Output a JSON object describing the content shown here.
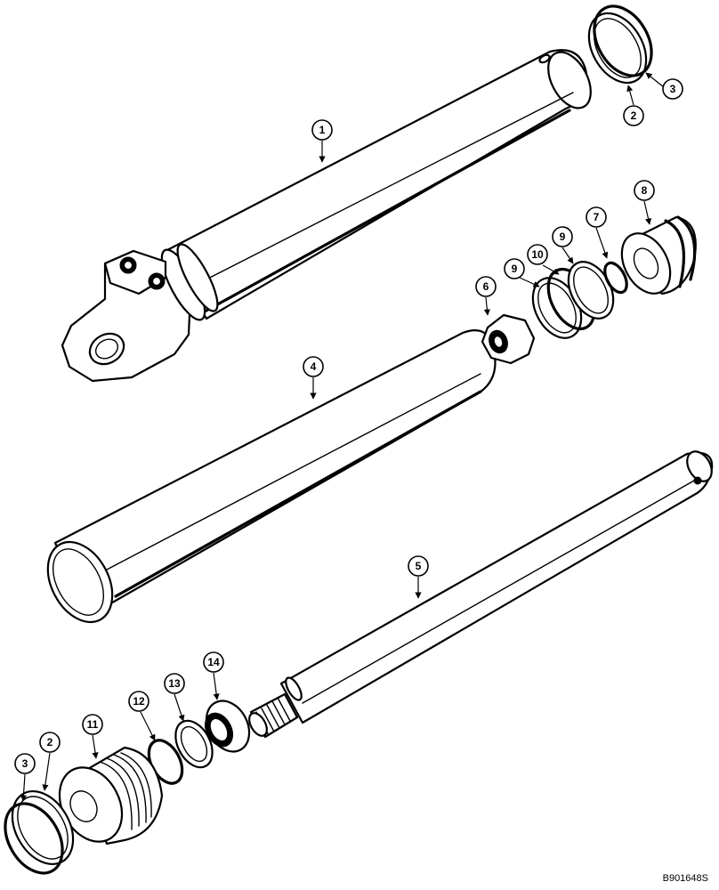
{
  "figure_code": "B901648S",
  "callouts": {
    "c1": "1",
    "c2_top": "2",
    "c3_top": "3",
    "c4": "4",
    "c5": "5",
    "c6": "6",
    "c7": "7",
    "c8": "8",
    "c9_outer": "9",
    "c9_inner": "9",
    "c10": "10",
    "c11": "11",
    "c12": "12",
    "c13": "13",
    "c14": "14",
    "c2_bottom": "2",
    "c3_bottom": "3"
  }
}
